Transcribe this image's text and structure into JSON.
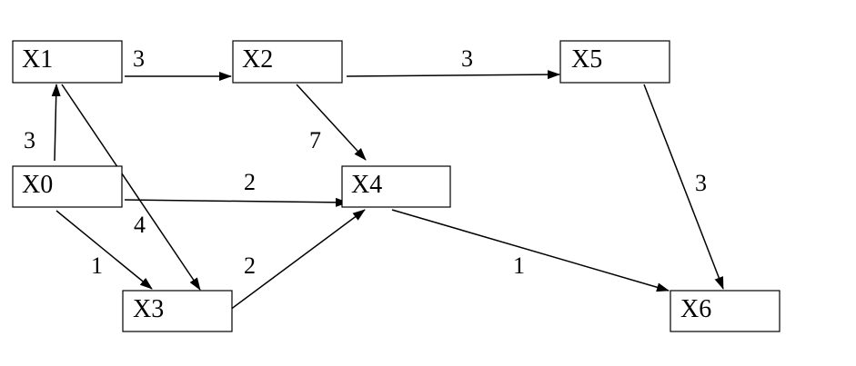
{
  "diagram": {
    "nodes": [
      {
        "id": "X1",
        "label": "X1"
      },
      {
        "id": "X2",
        "label": "X2"
      },
      {
        "id": "X5",
        "label": "X5"
      },
      {
        "id": "X0",
        "label": "X0"
      },
      {
        "id": "X4",
        "label": "X4"
      },
      {
        "id": "X3",
        "label": "X3"
      },
      {
        "id": "X6",
        "label": "X6"
      }
    ],
    "edges": [
      {
        "from": "X1",
        "to": "X2",
        "weight": "3"
      },
      {
        "from": "X2",
        "to": "X5",
        "weight": "3"
      },
      {
        "from": "X0",
        "to": "X1",
        "weight": "3"
      },
      {
        "from": "X2",
        "to": "X4",
        "weight": "7"
      },
      {
        "from": "X0",
        "to": "X4",
        "weight": "2"
      },
      {
        "from": "X1",
        "to": "X3",
        "weight": "4"
      },
      {
        "from": "X0",
        "to": "X3",
        "weight": "1"
      },
      {
        "from": "X3",
        "to": "X4",
        "weight": "2"
      },
      {
        "from": "X4",
        "to": "X6",
        "weight": "1"
      },
      {
        "from": "X5",
        "to": "X6",
        "weight": "3"
      }
    ]
  }
}
